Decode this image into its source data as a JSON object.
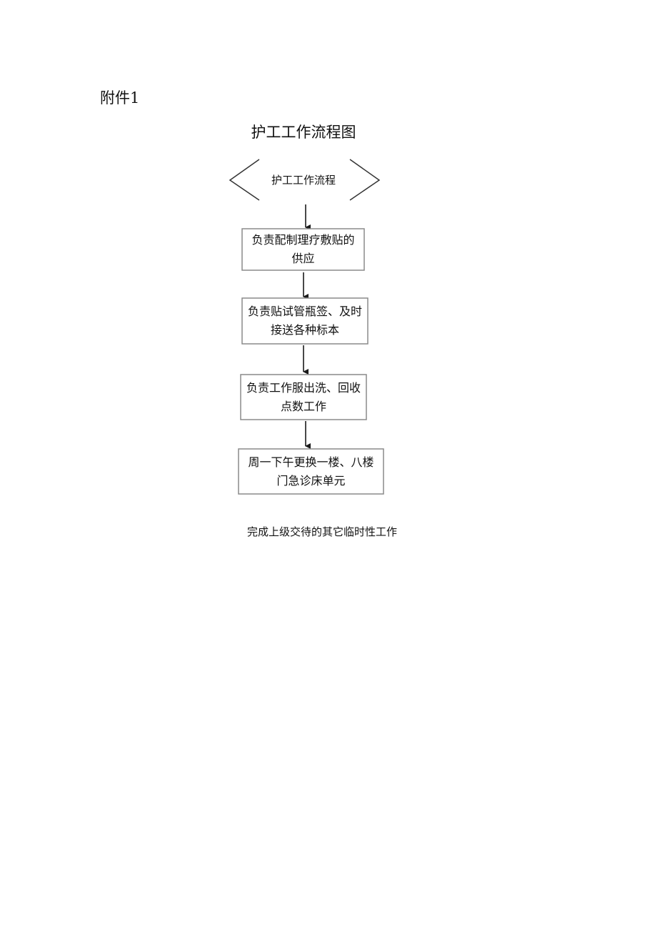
{
  "attachment_label": "附件1",
  "title": "护工工作流程图",
  "start_node": "护工工作流程",
  "steps": [
    "负责配制理疗敷贴的供应",
    "负责贴试管瓶签、及时接送各种标本",
    "负责工作服出洗、回收点数工作",
    "周一下午更换一楼、八楼门急诊床单元"
  ],
  "footer_note": "完成上级交待的其它临时性工作",
  "colors": {
    "box_border": "#8a8a8a",
    "arrow": "#1a1a1a",
    "text": "#111111"
  }
}
